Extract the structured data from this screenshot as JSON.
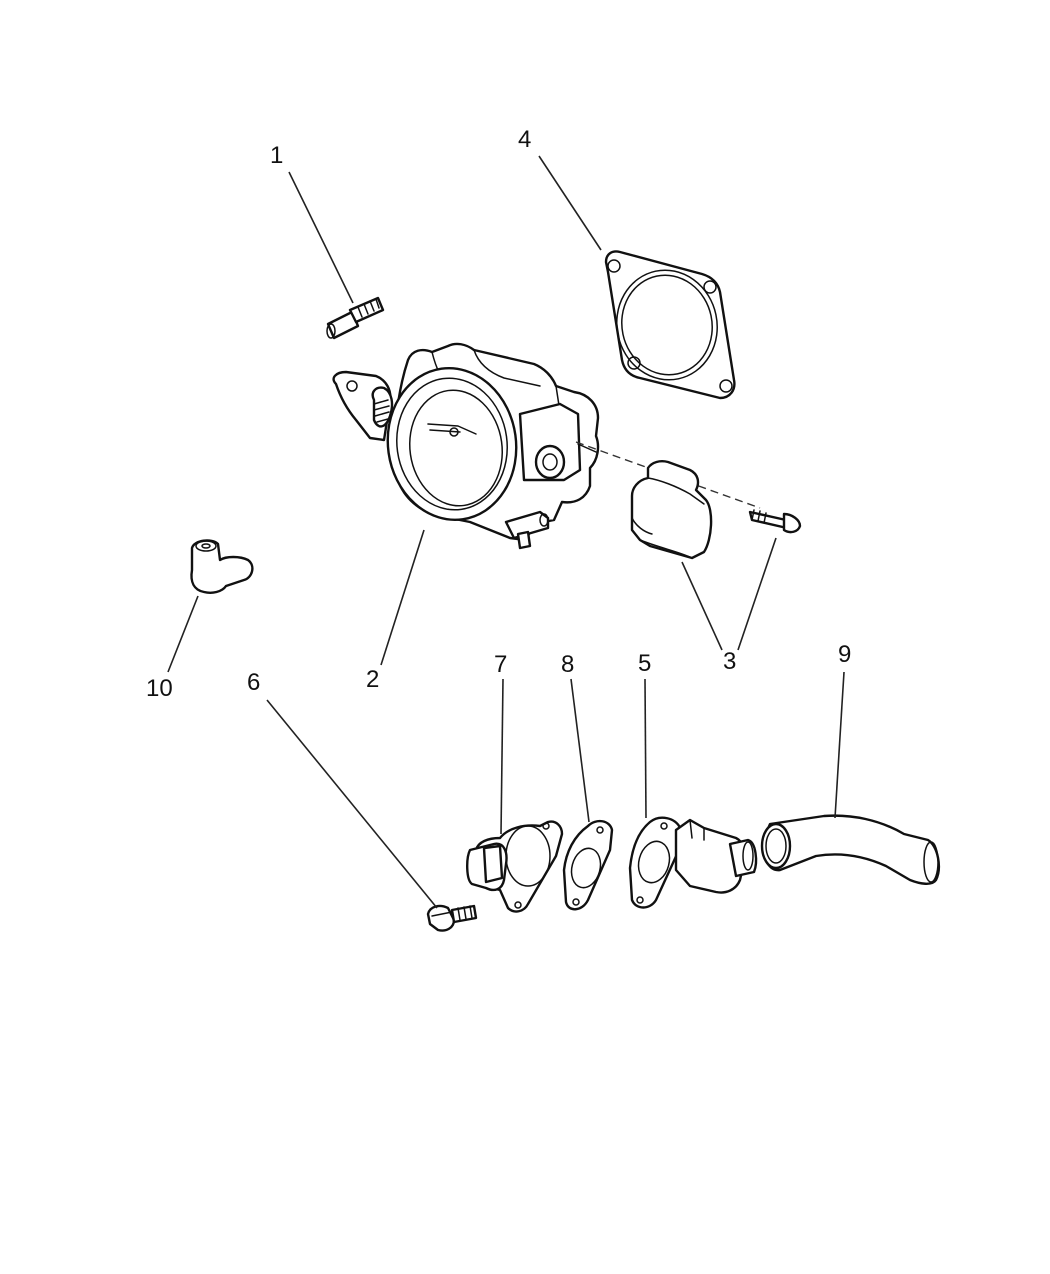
{
  "diagram": {
    "callouts": [
      {
        "id": "c1",
        "label": "1"
      },
      {
        "id": "c2",
        "label": "2"
      },
      {
        "id": "c3",
        "label": "3"
      },
      {
        "id": "c4",
        "label": "4"
      },
      {
        "id": "c5",
        "label": "5"
      },
      {
        "id": "c6",
        "label": "6"
      },
      {
        "id": "c7",
        "label": "7"
      },
      {
        "id": "c8",
        "label": "8"
      },
      {
        "id": "c9",
        "label": "9"
      },
      {
        "id": "c10",
        "label": "10"
      }
    ],
    "colors": {
      "line": "#111111",
      "background": "#ffffff"
    }
  }
}
